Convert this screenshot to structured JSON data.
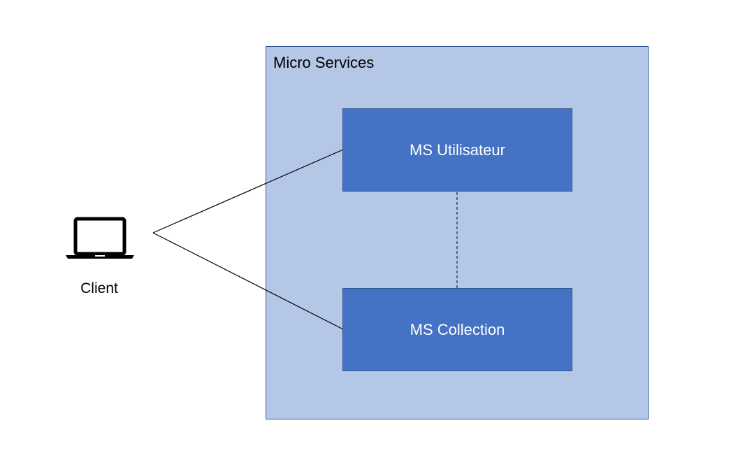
{
  "container": {
    "label": "Micro Services",
    "fill": "#b4c7e7",
    "border": "#2f528f"
  },
  "services": [
    {
      "label": "MS Utilisateur",
      "fill": "#4472c4",
      "text_color": "#ffffff"
    },
    {
      "label": "MS Collection",
      "fill": "#4472c4",
      "text_color": "#ffffff"
    }
  ],
  "client": {
    "label": "Client",
    "icon": "laptop-icon"
  },
  "connections": [
    {
      "from": "Client",
      "to": "MS Utilisateur",
      "style": "solid"
    },
    {
      "from": "Client",
      "to": "MS Collection",
      "style": "solid"
    },
    {
      "from": "MS Utilisateur",
      "to": "MS Collection",
      "style": "dashed"
    }
  ]
}
